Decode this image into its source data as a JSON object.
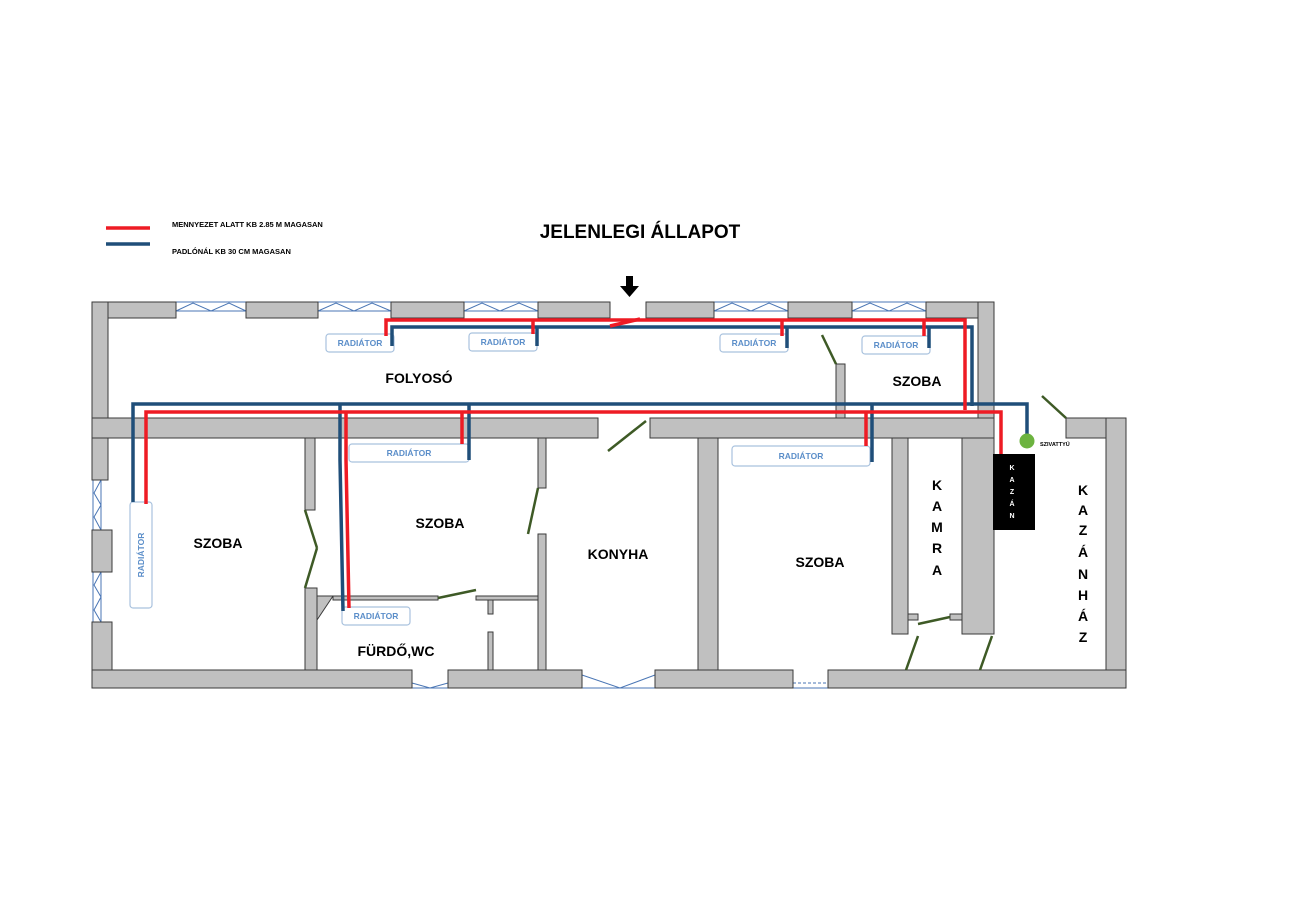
{
  "title": "JELENLEGI ÁLLAPOT",
  "legend": [
    {
      "label": "MENNYEZET ALATT KB 2.85 M MAGASAN",
      "color": "#ee1b24"
    },
    {
      "label": "PADLÓNÁL KB 30 CM MAGASAN",
      "color": "#1f4e79"
    }
  ],
  "rooms": {
    "folyoso": "FOLYOSÓ",
    "szoba_top_right": "SZOBA",
    "szoba_left": "SZOBA",
    "szoba_middle": "SZOBA",
    "konyha": "KONYHA",
    "szoba_right": "SZOBA",
    "furdo": "FÜRDŐ,WC",
    "kamra_letters": [
      "K",
      "A",
      "M",
      "R",
      "A"
    ],
    "kazanhaz_letters": [
      "K",
      "A",
      "Z",
      "Á",
      "N",
      "H",
      "Á",
      "Z"
    ]
  },
  "radiator_label": "RADIÁTOR",
  "boiler_letters": [
    "K",
    "A",
    "Z",
    "Á",
    "N"
  ],
  "pump_label": "SZIVATTYÚ",
  "colors": {
    "hot_pipe": "#ee1b24",
    "cold_pipe": "#1f4e79",
    "wall": "#c0c0c0",
    "door": "#3e5a26",
    "window": "#4a76b5",
    "pump": "#6cb33f",
    "boiler": "#000000"
  }
}
